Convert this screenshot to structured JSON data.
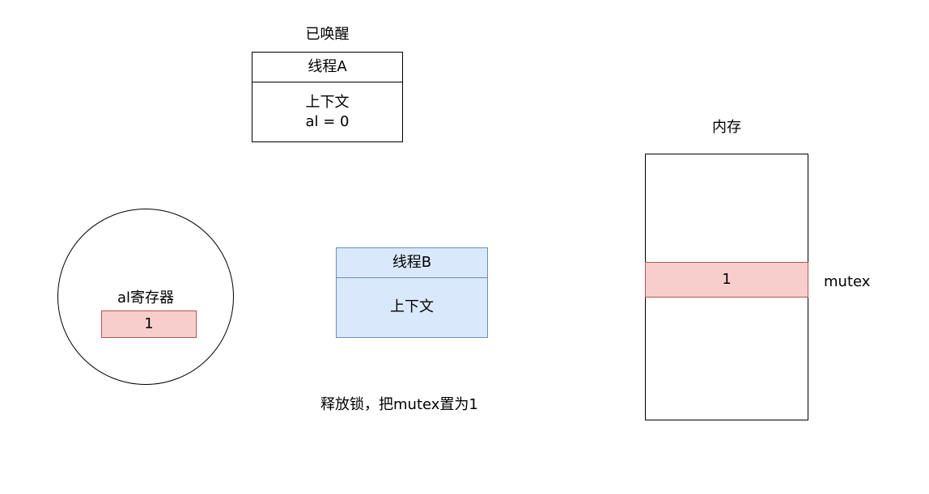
{
  "thread_a": {
    "status": "已唤醒",
    "name": "线程A",
    "context_label": "上下文",
    "context_value": "al = 0"
  },
  "thread_b": {
    "name": "线程B",
    "context_label": "上下文"
  },
  "register": {
    "label": "al寄存器",
    "value": "1"
  },
  "memory": {
    "label": "内存",
    "cell_value": "1",
    "cell_name": "mutex"
  },
  "annotation": "释放锁，把mutex置为1",
  "colors": {
    "highlight_fill": "#f8cecc",
    "highlight_stroke": "#b85450",
    "thread_b_fill": "#dae8fc",
    "thread_b_stroke": "#6c8ebf"
  }
}
